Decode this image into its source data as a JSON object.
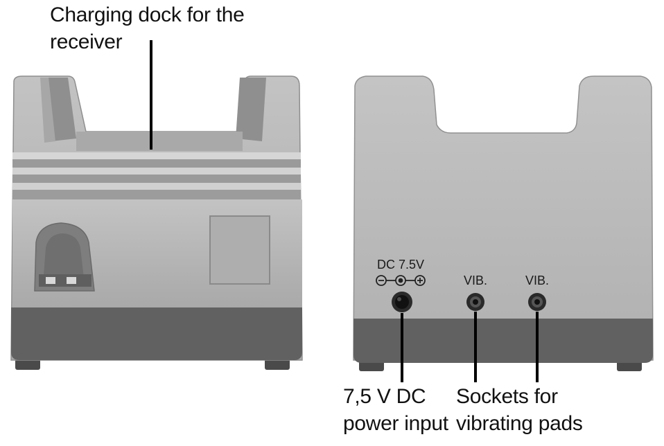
{
  "callouts": {
    "dock": {
      "line1": "Charging dock for the",
      "line2": "receiver"
    },
    "power": {
      "line1": "7,5 V DC",
      "line2": "power input"
    },
    "sockets": {
      "line1": "Sockets for",
      "line2": "vibrating pads"
    }
  },
  "panel_labels": {
    "dc": "DC 7.5V",
    "vib_left": "VIB.",
    "vib_right": "VIB."
  },
  "colors": {
    "body_light": "#b9b9b9",
    "body_mid": "#a3a3a3",
    "base_dark": "#5e5e5e",
    "leader_line": "#000000"
  }
}
